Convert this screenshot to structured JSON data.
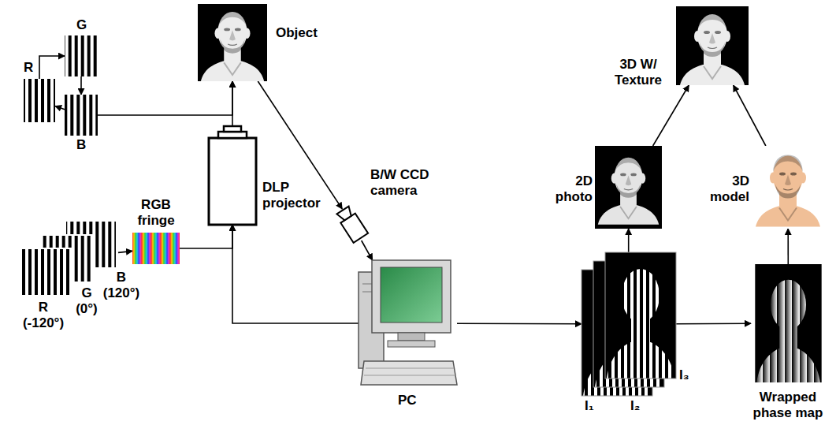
{
  "diagram": {
    "nodes": [
      {
        "text": [
          "Object"
        ]
      },
      {
        "text": [
          "R"
        ]
      },
      {
        "text": [
          "G"
        ]
      },
      {
        "text": [
          "B"
        ]
      },
      {
        "text": [
          "DLP projector"
        ]
      },
      {
        "text": [
          "B/W CCD camera"
        ]
      },
      {
        "text": [
          "PC"
        ]
      },
      {
        "text": [
          "RGB fringe"
        ]
      },
      {
        "text": [
          "R (-120°)",
          "G (0°)",
          "B (120°)"
        ]
      },
      {
        "text": [
          "3D W/ Texture"
        ]
      },
      {
        "text": [
          "2D photo"
        ]
      },
      {
        "text": [
          "3D model"
        ]
      },
      {
        "text": [
          "I₁",
          "I₂",
          "I₃"
        ]
      },
      {
        "text": [
          "Wrapped phase map"
        ]
      }
    ],
    "edges": [
      {
        "from": 1,
        "to": 2,
        "arrow": "to"
      },
      {
        "from": 2,
        "to": 3,
        "arrow": "to"
      },
      {
        "from": 3,
        "to": 1,
        "arrow": "to"
      },
      {
        "from": 3,
        "to": 0,
        "arrow": "to"
      },
      {
        "from": 4,
        "to": 0,
        "arrow": "to"
      },
      {
        "from": 0,
        "to": 5,
        "arrow": "to"
      },
      {
        "from": 5,
        "to": 6,
        "arrow": "to"
      },
      {
        "from": 6,
        "to": 4,
        "arrow": "to"
      },
      {
        "from": 8,
        "to": 7,
        "arrow": "to"
      },
      {
        "from": 7,
        "to": 4,
        "arrow": "to"
      },
      {
        "from": 6,
        "to": 12,
        "arrow": "to"
      },
      {
        "from": 12,
        "to": 10,
        "arrow": "to"
      },
      {
        "from": 12,
        "to": 13,
        "arrow": "to"
      },
      {
        "from": 13,
        "to": 11,
        "arrow": "to"
      },
      {
        "from": 10,
        "to": 9,
        "arrow": "to"
      },
      {
        "from": 11,
        "to": 9,
        "arrow": "to"
      }
    ]
  }
}
